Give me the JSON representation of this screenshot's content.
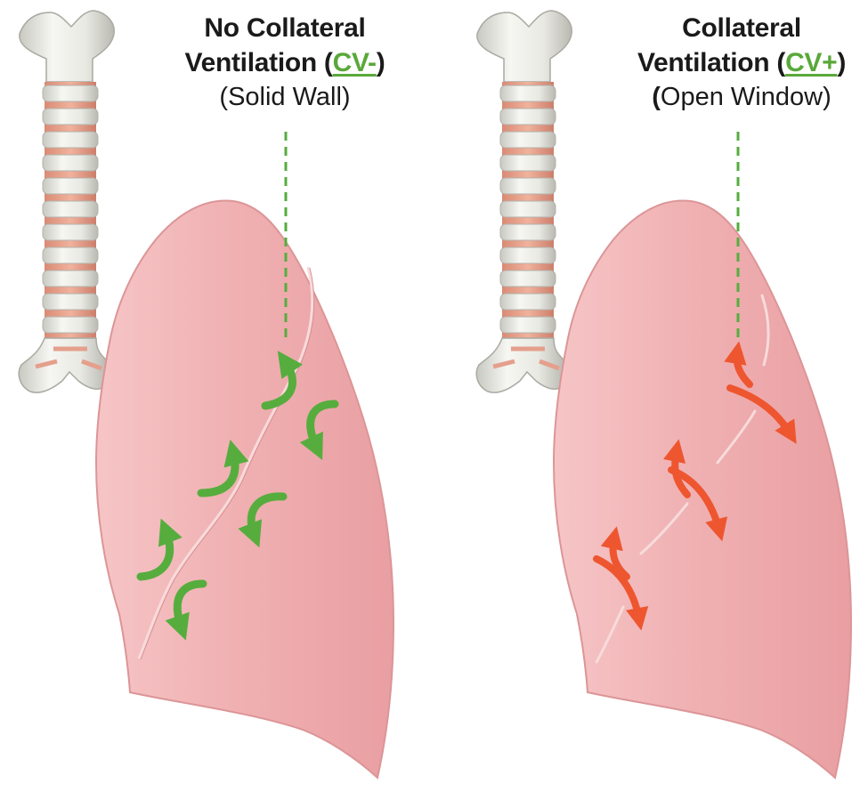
{
  "panels": [
    {
      "id": "cv-negative",
      "title_line1": "No Collateral",
      "title_line2_prefix": "Ventilation (",
      "title_code": "CV-",
      "title_line2_suffix": ")",
      "subtitle": "(Solid Wall)",
      "arrow_color": "#56ad3e"
    },
    {
      "id": "cv-positive",
      "title_line1": "Collateral",
      "title_line2_prefix": "Ventilation (",
      "title_code": "CV+",
      "title_line2_suffix": ")",
      "subtitle_open": "(",
      "subtitle_text": "Open Window)",
      "arrow_color": "#ee5630"
    }
  ],
  "colors": {
    "lung_fill": "#efaeb0",
    "lung_edge": "#d98e91",
    "trachea_ring": "#efefeb",
    "trachea_gap": "#e8a08a",
    "guide_line": "#56ad3e",
    "fissure": "#f7d6d6"
  }
}
